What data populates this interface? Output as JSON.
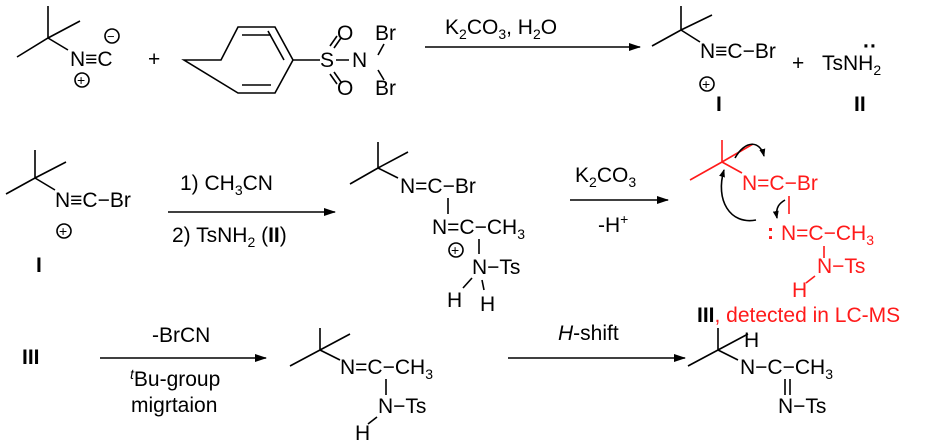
{
  "step1": {
    "isocyanide": "N≡C",
    "minus_charge": "−",
    "plus_charge": "+",
    "plus_sign": "+",
    "reagent": {
      "O_top": "O",
      "O_bottom": "O",
      "S": "S",
      "N": "N",
      "Br_top": "Br",
      "Br_bottom": "Br"
    },
    "conditions": [
      "K",
      "2",
      "CO",
      "3",
      ", H",
      "2",
      "O"
    ],
    "product_I": {
      "text": "N≡C−Br",
      "charge": "+",
      "label": "I"
    },
    "plus2": "+",
    "product_II": {
      "text": [
        "TsNH",
        "2"
      ],
      "lone_pair": "··",
      "label": "II"
    }
  },
  "step2": {
    "reactant": {
      "text": "N≡C−Br",
      "charge": "+",
      "label": "I"
    },
    "conditions_top": [
      "1) CH",
      "3",
      "CN"
    ],
    "conditions_bottom": [
      "2) TsNH",
      "2",
      " (",
      "II",
      ")"
    ],
    "intermediate": {
      "row1": "N=C−Br",
      "row2": [
        "N=C−CH",
        "3"
      ],
      "row3": "N−Ts",
      "charge": "+",
      "H1": "H",
      "H2": "H"
    },
    "base_top": [
      "K",
      "2",
      "CO",
      "3"
    ],
    "base_bottom": [
      "-H",
      "+"
    ],
    "product_III": {
      "row1": "N=C−Br",
      "lone_pair": ":",
      "row2": [
        "N=C−CH",
        "3"
      ],
      "row3": "N−Ts",
      "H": "H",
      "label": "III",
      "caption": ", detected in LC-MS"
    }
  },
  "step3": {
    "start_label": "III",
    "cond_top": "-BrCN",
    "cond_bottom": [
      "t",
      "Bu-group"
    ],
    "cond_bottom2": "migrtaion",
    "product1": {
      "row1": [
        "N=C−CH",
        "3"
      ],
      "row2": "N−Ts",
      "H": "H"
    },
    "shift_label": [
      "H",
      "-shift"
    ],
    "product2": {
      "H": "H",
      "row1": [
        "N−C−CH",
        "3"
      ],
      "row2": "N−Ts"
    }
  },
  "colors": {
    "highlight": "#ff1a1a",
    "ink": "#000000"
  }
}
